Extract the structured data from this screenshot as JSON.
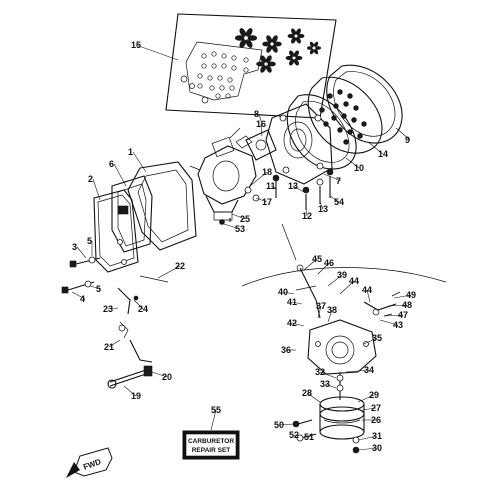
{
  "diagram": {
    "kit_label": {
      "line1": "CARBURETOR",
      "line2": "REPAIR SET"
    },
    "fwd_label": "FWD",
    "callouts": [
      {
        "id": "c1",
        "text": "1"
      },
      {
        "id": "c2",
        "text": "2"
      },
      {
        "id": "c3",
        "text": "3"
      },
      {
        "id": "c4",
        "text": "4"
      },
      {
        "id": "c5a",
        "text": "5"
      },
      {
        "id": "c5b",
        "text": "5"
      },
      {
        "id": "c6",
        "text": "6"
      },
      {
        "id": "c7",
        "text": "7"
      },
      {
        "id": "c8",
        "text": "8"
      },
      {
        "id": "c9",
        "text": "9"
      },
      {
        "id": "c10",
        "text": "10"
      },
      {
        "id": "c11",
        "text": "11"
      },
      {
        "id": "c12",
        "text": "12"
      },
      {
        "id": "c13a",
        "text": "13"
      },
      {
        "id": "c13b",
        "text": "13"
      },
      {
        "id": "c14",
        "text": "14"
      },
      {
        "id": "c15",
        "text": "15"
      },
      {
        "id": "c16",
        "text": "16"
      },
      {
        "id": "c17",
        "text": "17"
      },
      {
        "id": "c18",
        "text": "18"
      },
      {
        "id": "c19",
        "text": "19"
      },
      {
        "id": "c20",
        "text": "20"
      },
      {
        "id": "c21",
        "text": "21"
      },
      {
        "id": "c22",
        "text": "22"
      },
      {
        "id": "c23",
        "text": "23"
      },
      {
        "id": "c24",
        "text": "24"
      },
      {
        "id": "c25",
        "text": "25"
      },
      {
        "id": "c26",
        "text": "26"
      },
      {
        "id": "c27",
        "text": "27"
      },
      {
        "id": "c28",
        "text": "28"
      },
      {
        "id": "c29",
        "text": "29"
      },
      {
        "id": "c30",
        "text": "30"
      },
      {
        "id": "c31",
        "text": "31"
      },
      {
        "id": "c32",
        "text": "32"
      },
      {
        "id": "c33",
        "text": "33"
      },
      {
        "id": "c34",
        "text": "34"
      },
      {
        "id": "c35",
        "text": "35"
      },
      {
        "id": "c36",
        "text": "36"
      },
      {
        "id": "c37",
        "text": "37"
      },
      {
        "id": "c38",
        "text": "38"
      },
      {
        "id": "c39",
        "text": "39"
      },
      {
        "id": "c40",
        "text": "40"
      },
      {
        "id": "c41",
        "text": "41"
      },
      {
        "id": "c42",
        "text": "42"
      },
      {
        "id": "c43",
        "text": "43"
      },
      {
        "id": "c44a",
        "text": "44"
      },
      {
        "id": "c44b",
        "text": "44"
      },
      {
        "id": "c45",
        "text": "45"
      },
      {
        "id": "c46",
        "text": "46"
      },
      {
        "id": "c47",
        "text": "47"
      },
      {
        "id": "c48",
        "text": "48"
      },
      {
        "id": "c49",
        "text": "49"
      },
      {
        "id": "c50",
        "text": "50"
      },
      {
        "id": "c51",
        "text": "51"
      },
      {
        "id": "c52",
        "text": "52"
      },
      {
        "id": "c53",
        "text": "53"
      },
      {
        "id": "c54",
        "text": "54"
      },
      {
        "id": "c55",
        "text": "55"
      }
    ]
  }
}
